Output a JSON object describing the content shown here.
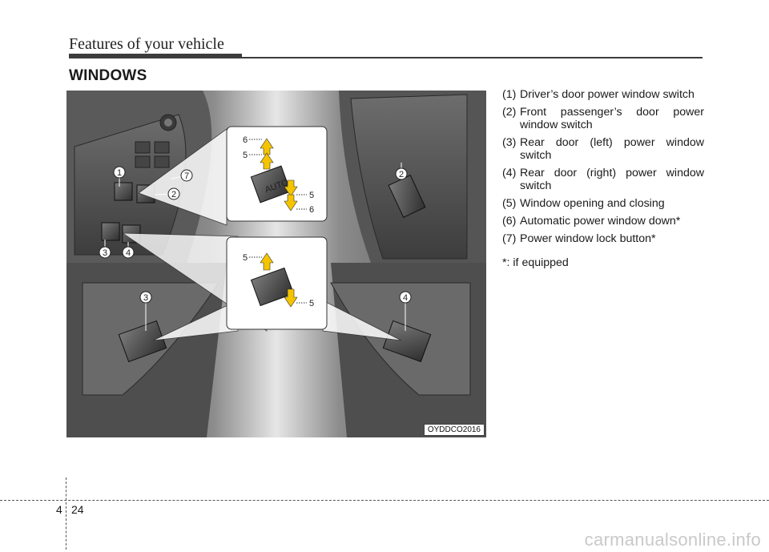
{
  "header": {
    "title": "Features of your vehicle"
  },
  "section": {
    "title": "WINDOWS"
  },
  "figure": {
    "code": "OYDDCO2016",
    "callouts": {
      "c1": "1",
      "c2": "2",
      "c3": "3",
      "c4": "4",
      "c7": "7",
      "c2r": "2",
      "c3b": "3",
      "c4b": "4",
      "zoom_top_up6": "6",
      "zoom_top_up5": "5",
      "zoom_top_down5": "5",
      "zoom_top_down6": "6",
      "zoom_bot_up5": "5",
      "zoom_bot_down5": "5",
      "auto_label": "AUTO"
    }
  },
  "legend": {
    "items": [
      {
        "num": "(1)",
        "text": "Driver’s door power window switch"
      },
      {
        "num": "(2)",
        "text": "Front passenger’s door power window switch"
      },
      {
        "num": "(3)",
        "text": "Rear door (left) power window switch"
      },
      {
        "num": "(4)",
        "text": "Rear door (right) power window switch"
      },
      {
        "num": "(5)",
        "text": "Window opening and closing"
      },
      {
        "num": "(6)",
        "text": "Automatic power window down*"
      },
      {
        "num": "(7)",
        "text": "Power window lock button*"
      }
    ],
    "footnote": "*: if equipped"
  },
  "footer": {
    "chapter": "4",
    "page": "24"
  },
  "watermark": "carmanualsonline.info",
  "colors": {
    "arrow_yellow": "#f5c400",
    "rule": "#3c3c3c"
  }
}
